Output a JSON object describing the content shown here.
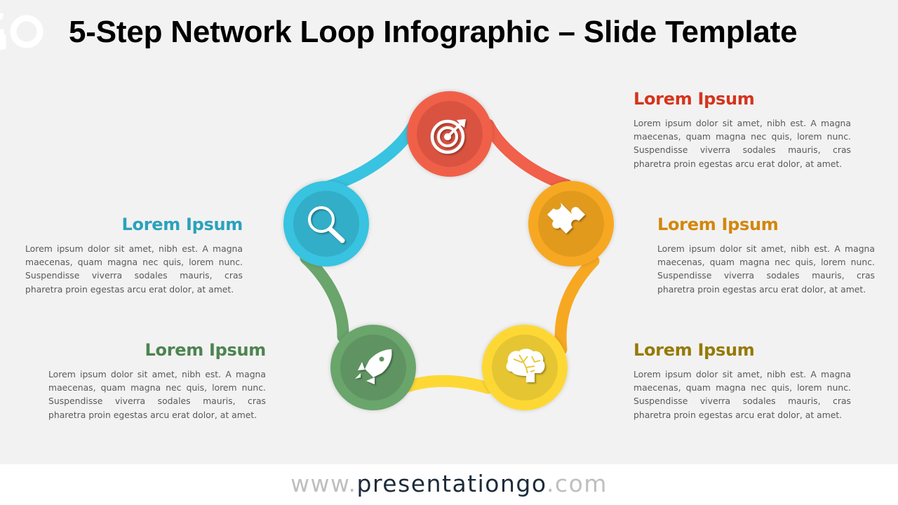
{
  "header": {
    "title": "5-Step Network Loop Infographic – Slide Template",
    "logo_icon": "presentationgo-logo-icon"
  },
  "colors": {
    "background": "#f2f2f2",
    "red": "#f0604a",
    "red_inner": "#d95340",
    "red_text": "#d5341c",
    "orange": "#f7a822",
    "orange_inner": "#e29a1f",
    "orange_text": "#d3870d",
    "yellow": "#fdd835",
    "yellow_inner": "#e5c530",
    "yellow_text": "#957a06",
    "green": "#6aa56c",
    "green_inner": "#5e9462",
    "green_text": "#4d8450",
    "blue": "#38c3e0",
    "blue_inner": "#31aec8",
    "blue_text": "#2aa2bc"
  },
  "steps": [
    {
      "id": 1,
      "icon": "target-icon",
      "heading": "Lorem Ipsum",
      "body": "Lorem ipsum dolor sit amet, nibh est. A magna maecenas, quam magna nec quis, lorem nunc. Suspendisse viverra sodales mauris, cras pharetra proin egestas arcu erat dolor, at amet.",
      "color": "#f0604a"
    },
    {
      "id": 2,
      "icon": "puzzle-piece-icon",
      "heading": "Lorem Ipsum",
      "body": "Lorem ipsum dolor sit amet, nibh est. A magna maecenas, quam magna nec quis, lorem nunc. Suspendisse viverra sodales mauris, cras pharetra proin egestas arcu erat dolor, at amet.",
      "color": "#f7a822"
    },
    {
      "id": 3,
      "icon": "brain-icon",
      "heading": "Lorem Ipsum",
      "body": "Lorem ipsum dolor sit amet, nibh est. A magna maecenas, quam magna nec quis, lorem nunc. Suspendisse viverra sodales mauris, cras pharetra proin egestas arcu erat dolor, at amet.",
      "color": "#fdd835"
    },
    {
      "id": 4,
      "icon": "rocket-icon",
      "heading": "Lorem Ipsum",
      "body": "Lorem ipsum dolor sit amet, nibh est. A magna maecenas, quam magna nec quis, lorem nunc. Suspendisse viverra sodales mauris, cras pharetra proin egestas arcu erat dolor, at amet.",
      "color": "#6aa56c"
    },
    {
      "id": 5,
      "icon": "magnifying-glass-icon",
      "heading": "Lorem Ipsum",
      "body": "Lorem ipsum dolor sit amet, nibh est. A magna maecenas, quam magna nec quis, lorem nunc. Suspendisse viverra sodales mauris, cras pharetra proin egestas arcu erat dolor, at amet.",
      "color": "#38c3e0"
    }
  ],
  "footer": {
    "www": "www.",
    "brand": "presentationgo",
    "tld": ".com"
  }
}
